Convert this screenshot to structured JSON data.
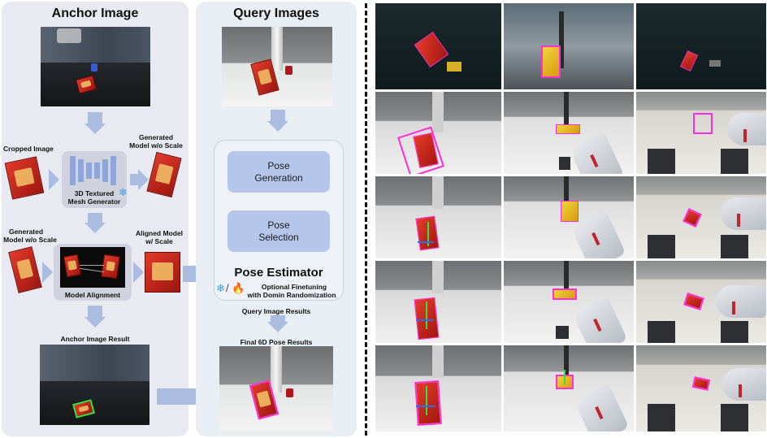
{
  "anchor": {
    "title": "Anchor Image",
    "cropped_label": "Cropped Image",
    "generated_label_1": "Generated",
    "generated_label_2": "Model w/o Scale",
    "mesh_label_1": "3D Textured",
    "mesh_label_2": "Mesh Generator",
    "generated2_label_1": "Generated",
    "generated2_label_2": "Model w/o Scale",
    "aligned_label_1": "Aligned Model",
    "aligned_label_2": "w/ Scale",
    "alignment_label": "Model Alignment",
    "result_label": "Anchor Image Result"
  },
  "query": {
    "title": "Query Images",
    "pose_generation_1": "Pose",
    "pose_generation_2": "Generation",
    "pose_selection_1": "Pose",
    "pose_selection_2": "Selection",
    "estimator_title": "Pose Estimator",
    "finetune_1": "Optional Finetuning",
    "finetune_2": "with Domin Randomization",
    "query_results_label": "Query Image Results",
    "final_label": "Final 6D Pose Results"
  },
  "icons": {
    "frozen": "snowflake-icon",
    "trainable": "flame-icon"
  },
  "colors": {
    "arrow": "#aabde0",
    "pose_box": "#b4c7ea",
    "pose_outline": "#ff2ed2",
    "axis_x": "#ff3030",
    "axis_y": "#34e13a",
    "axis_z": "#2a6df0"
  }
}
